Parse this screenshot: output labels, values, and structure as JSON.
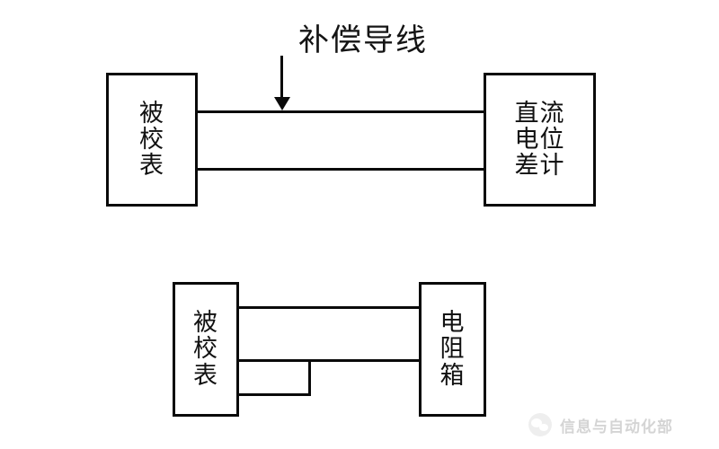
{
  "diagram": {
    "title_visible": false,
    "background_color": "#ffffff",
    "line_color": "#0a0a0a",
    "text_color": "#141414"
  },
  "annotations": [
    {
      "name": "compensating-wire-label",
      "text": "补偿导线",
      "points_to": "top-wire"
    }
  ],
  "figures": [
    {
      "name": "figure-top",
      "description": "thermocouple calibration with DC potentiometer",
      "left_box": {
        "label_lines": [
          "被",
          "校",
          "表"
        ],
        "label_full": "被校表"
      },
      "right_box": {
        "label_lines": [
          "直流",
          "电位",
          "差计"
        ],
        "label_full": "直流电位差计"
      },
      "wires": 2
    },
    {
      "name": "figure-bottom",
      "description": "resistance thermometer calibration with resistance box",
      "left_box": {
        "label_lines": [
          "被",
          "校",
          "表"
        ],
        "label_full": "被校表"
      },
      "right_box": {
        "label_lines": [
          "电",
          "阻",
          "箱"
        ],
        "label_full": "电阻箱"
      },
      "wires": 3,
      "has_short_bridge": true
    }
  ],
  "watermark": {
    "text": "信息与自动化部",
    "logo_name": "wechat-logo-icon",
    "color": "#9a9a9a"
  }
}
